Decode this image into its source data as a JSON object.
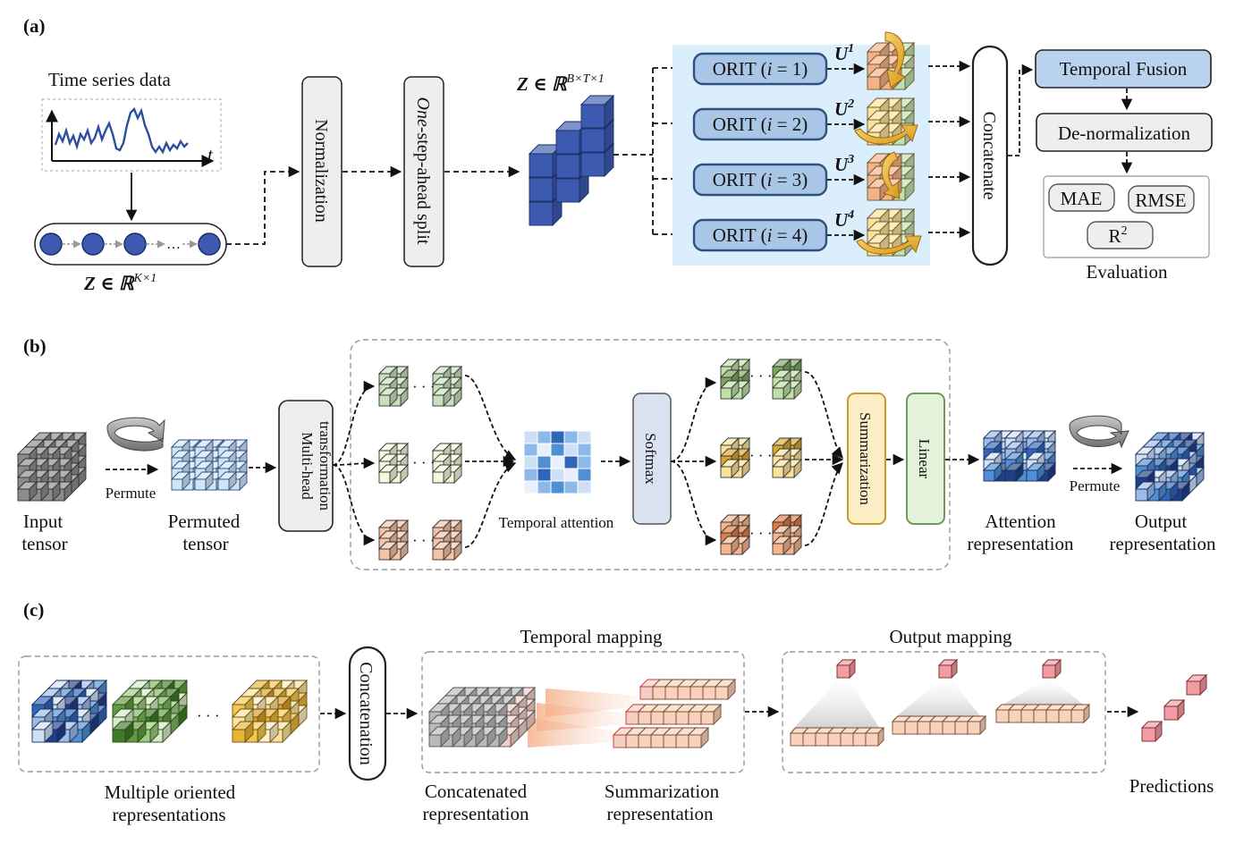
{
  "panel_labels": {
    "a": "(a)",
    "b": "(b)",
    "c": "(c)"
  },
  "panel_a": {
    "time_series_title": "Time series data",
    "t_axis": "t",
    "z_k_base": "Z ∈ ℝ",
    "z_k_sup": "K×1",
    "normalization": "Normalization",
    "split_italic": "One",
    "split_rest": "-step-ahead split",
    "z_btk_base": "Z ∈ ℝ",
    "z_btk_sup": "B×T×1",
    "orit": [
      {
        "pre": "ORIT (",
        "var": "i",
        "eq": " = ",
        "num": "1",
        "post": ")"
      },
      {
        "pre": "ORIT (",
        "var": "i",
        "eq": " = ",
        "num": "2",
        "post": ")"
      },
      {
        "pre": "ORIT (",
        "var": "i",
        "eq": " = ",
        "num": "3",
        "post": ")"
      },
      {
        "pre": "ORIT (",
        "var": "i",
        "eq": " = ",
        "num": "4",
        "post": ")"
      }
    ],
    "u_labels": [
      {
        "base": "U",
        "sup": "1"
      },
      {
        "base": "U",
        "sup": "2"
      },
      {
        "base": "U",
        "sup": "3"
      },
      {
        "base": "U",
        "sup": "4"
      }
    ],
    "concatenate": "Concatenate",
    "temporal_fusion": "Temporal Fusion",
    "denormalization": "De-normalization",
    "metrics": {
      "mae": "MAE",
      "rmse": "RMSE",
      "r2_base": "R",
      "r2_sup": "2"
    },
    "evaluation": "Evaluation"
  },
  "panel_b": {
    "input_tensor": [
      "Input",
      "tensor"
    ],
    "permute_1": "Permute",
    "permuted_tensor": [
      "Permuted",
      "tensor"
    ],
    "multihead": [
      "Multi-head",
      "transformation"
    ],
    "temporal_attention": "Temporal attention",
    "softmax": "Softmax",
    "summarization": "Summarization",
    "linear": "Linear",
    "attention_representation": [
      "Attention",
      "representation"
    ],
    "permute_2": "Permute",
    "output_representation": [
      "Output",
      "representation"
    ],
    "ellipsis": "· · ·"
  },
  "panel_c": {
    "multiple_oriented": [
      "Multiple oriented",
      "representations"
    ],
    "ellipsis": "· · ·",
    "concatenation": "Concatenation",
    "temporal_mapping": "Temporal mapping",
    "concatenated_representation": [
      "Concatenated",
      "representation"
    ],
    "summarization_representation": [
      "Summarization",
      "representation"
    ],
    "output_mapping": "Output mapping",
    "predictions": "Predictions"
  },
  "colors": {
    "navy_cube": "#3c5bb0",
    "orit_fill": "#a9c6e6",
    "orit_stroke": "#2f4f80",
    "highlight_bg": "#dbeefb",
    "temporal_fusion_fill": "#b9d2ee",
    "gray_box": "#eeeeee",
    "summarization_fill": "#fbedc4",
    "summarization_stroke": "#c69a2b",
    "linear_fill": "#e3f2d9",
    "linear_stroke": "#6f9a55",
    "softmax_fill": "#dae1f0",
    "orange_arrow": "#f2b83a",
    "pink_cube": "#f19ca2"
  }
}
